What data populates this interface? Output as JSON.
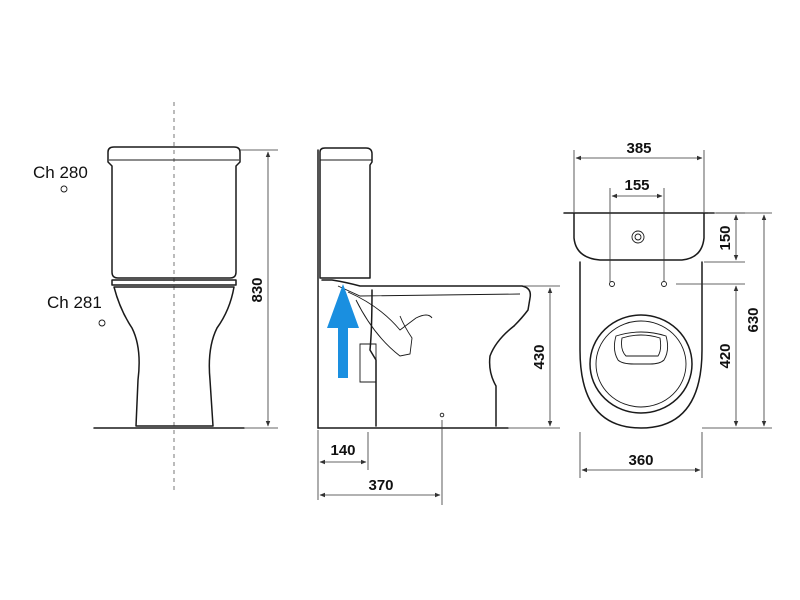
{
  "labels": {
    "ch280": "Ch 280",
    "ch281": "Ch 281"
  },
  "dimensions": {
    "height_total": "830",
    "seat_height": "430",
    "pipe_offset": "140",
    "depth": "370",
    "tank_width": "385",
    "hole_spacing": "155",
    "tank_depth": "150",
    "bowl_length": "420",
    "total_length": "630",
    "bowl_width": "360"
  },
  "colors": {
    "arrow": "#1a8fe0",
    "line": "#1a1a1a"
  },
  "icons": {
    "water_flow": "arrow-up-icon"
  }
}
